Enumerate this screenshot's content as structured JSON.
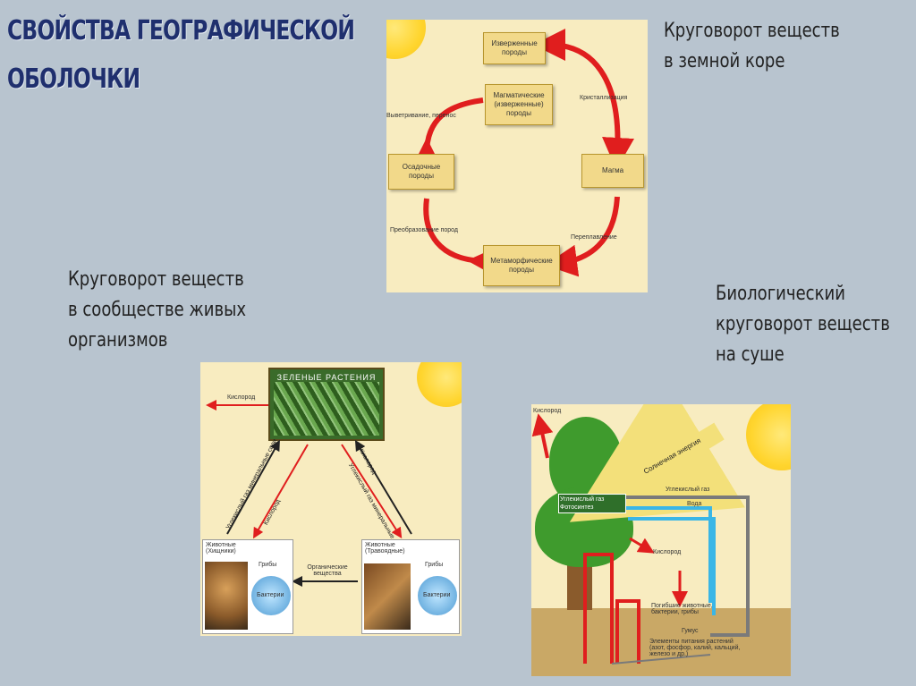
{
  "title": {
    "line1": "СВОЙСТВА ГЕОГРАФИЧЕСКОЙ",
    "line2": "ОБОЛОЧКИ"
  },
  "headings": {
    "crust_line1": "Круговорот веществ",
    "crust_line2": "в земной коре",
    "community_line1": "Круговорот веществ",
    "community_line2": "в сообществе живых",
    "community_line3": "организмов",
    "bio_line1": "Биологический",
    "bio_line2": "круговорот веществ",
    "bio_line3": "на суше"
  },
  "crust_diagram": {
    "igneous": "Извер­женные породы",
    "magmatic": "Магматические (изверженные) породы",
    "sedimentary": "Осадочные породы",
    "magma": "Магма",
    "metamorphic": "Метаморфические породы",
    "weathering": "Выветривание, перенос",
    "crystallization": "Кристаллизация",
    "transformation": "Преобразование пород",
    "melting": "Переплавление"
  },
  "community_diagram": {
    "plants": "ЗЕЛЕНЫЕ РАСТЕНИЯ",
    "oxygen": "Кислород",
    "co2_left": "Углекислый газ минеральные соли",
    "oxygen_left": "Кислород",
    "oxygen_right": "Кислород",
    "co2_right": "Углекислый газ минеральные соли",
    "predators": "Животные (Хищники)",
    "herbivores": "Животные (Травоядные)",
    "fungi_left": "Грибы",
    "bacteria_left": "Бактерии",
    "fungi_right": "Грибы",
    "bacteria_right": "Бактерии",
    "organic": "Органические вещества"
  },
  "bio_diagram": {
    "oxygen_top": "Кислород",
    "solar": "Солнечная энергия",
    "co2_tree": "Углекислый газ",
    "photosynthesis": "Фотосинтез",
    "co2_right": "Углекислый газ",
    "water": "Вода",
    "oxygen_mid": "Кислород",
    "dead": "Погибшие животные, бактерии, грибы",
    "humus": "Гумус",
    "minerals": "Элементы питания растений (азот, фосфор, калий, кальций, железо и др.)"
  },
  "colors": {
    "title": "#1f2f6e",
    "panel": "#f8ecc0",
    "arrow_red": "#e01e1e",
    "water_blue": "#3ab6e6",
    "gas_gray": "#7a7a7a"
  }
}
